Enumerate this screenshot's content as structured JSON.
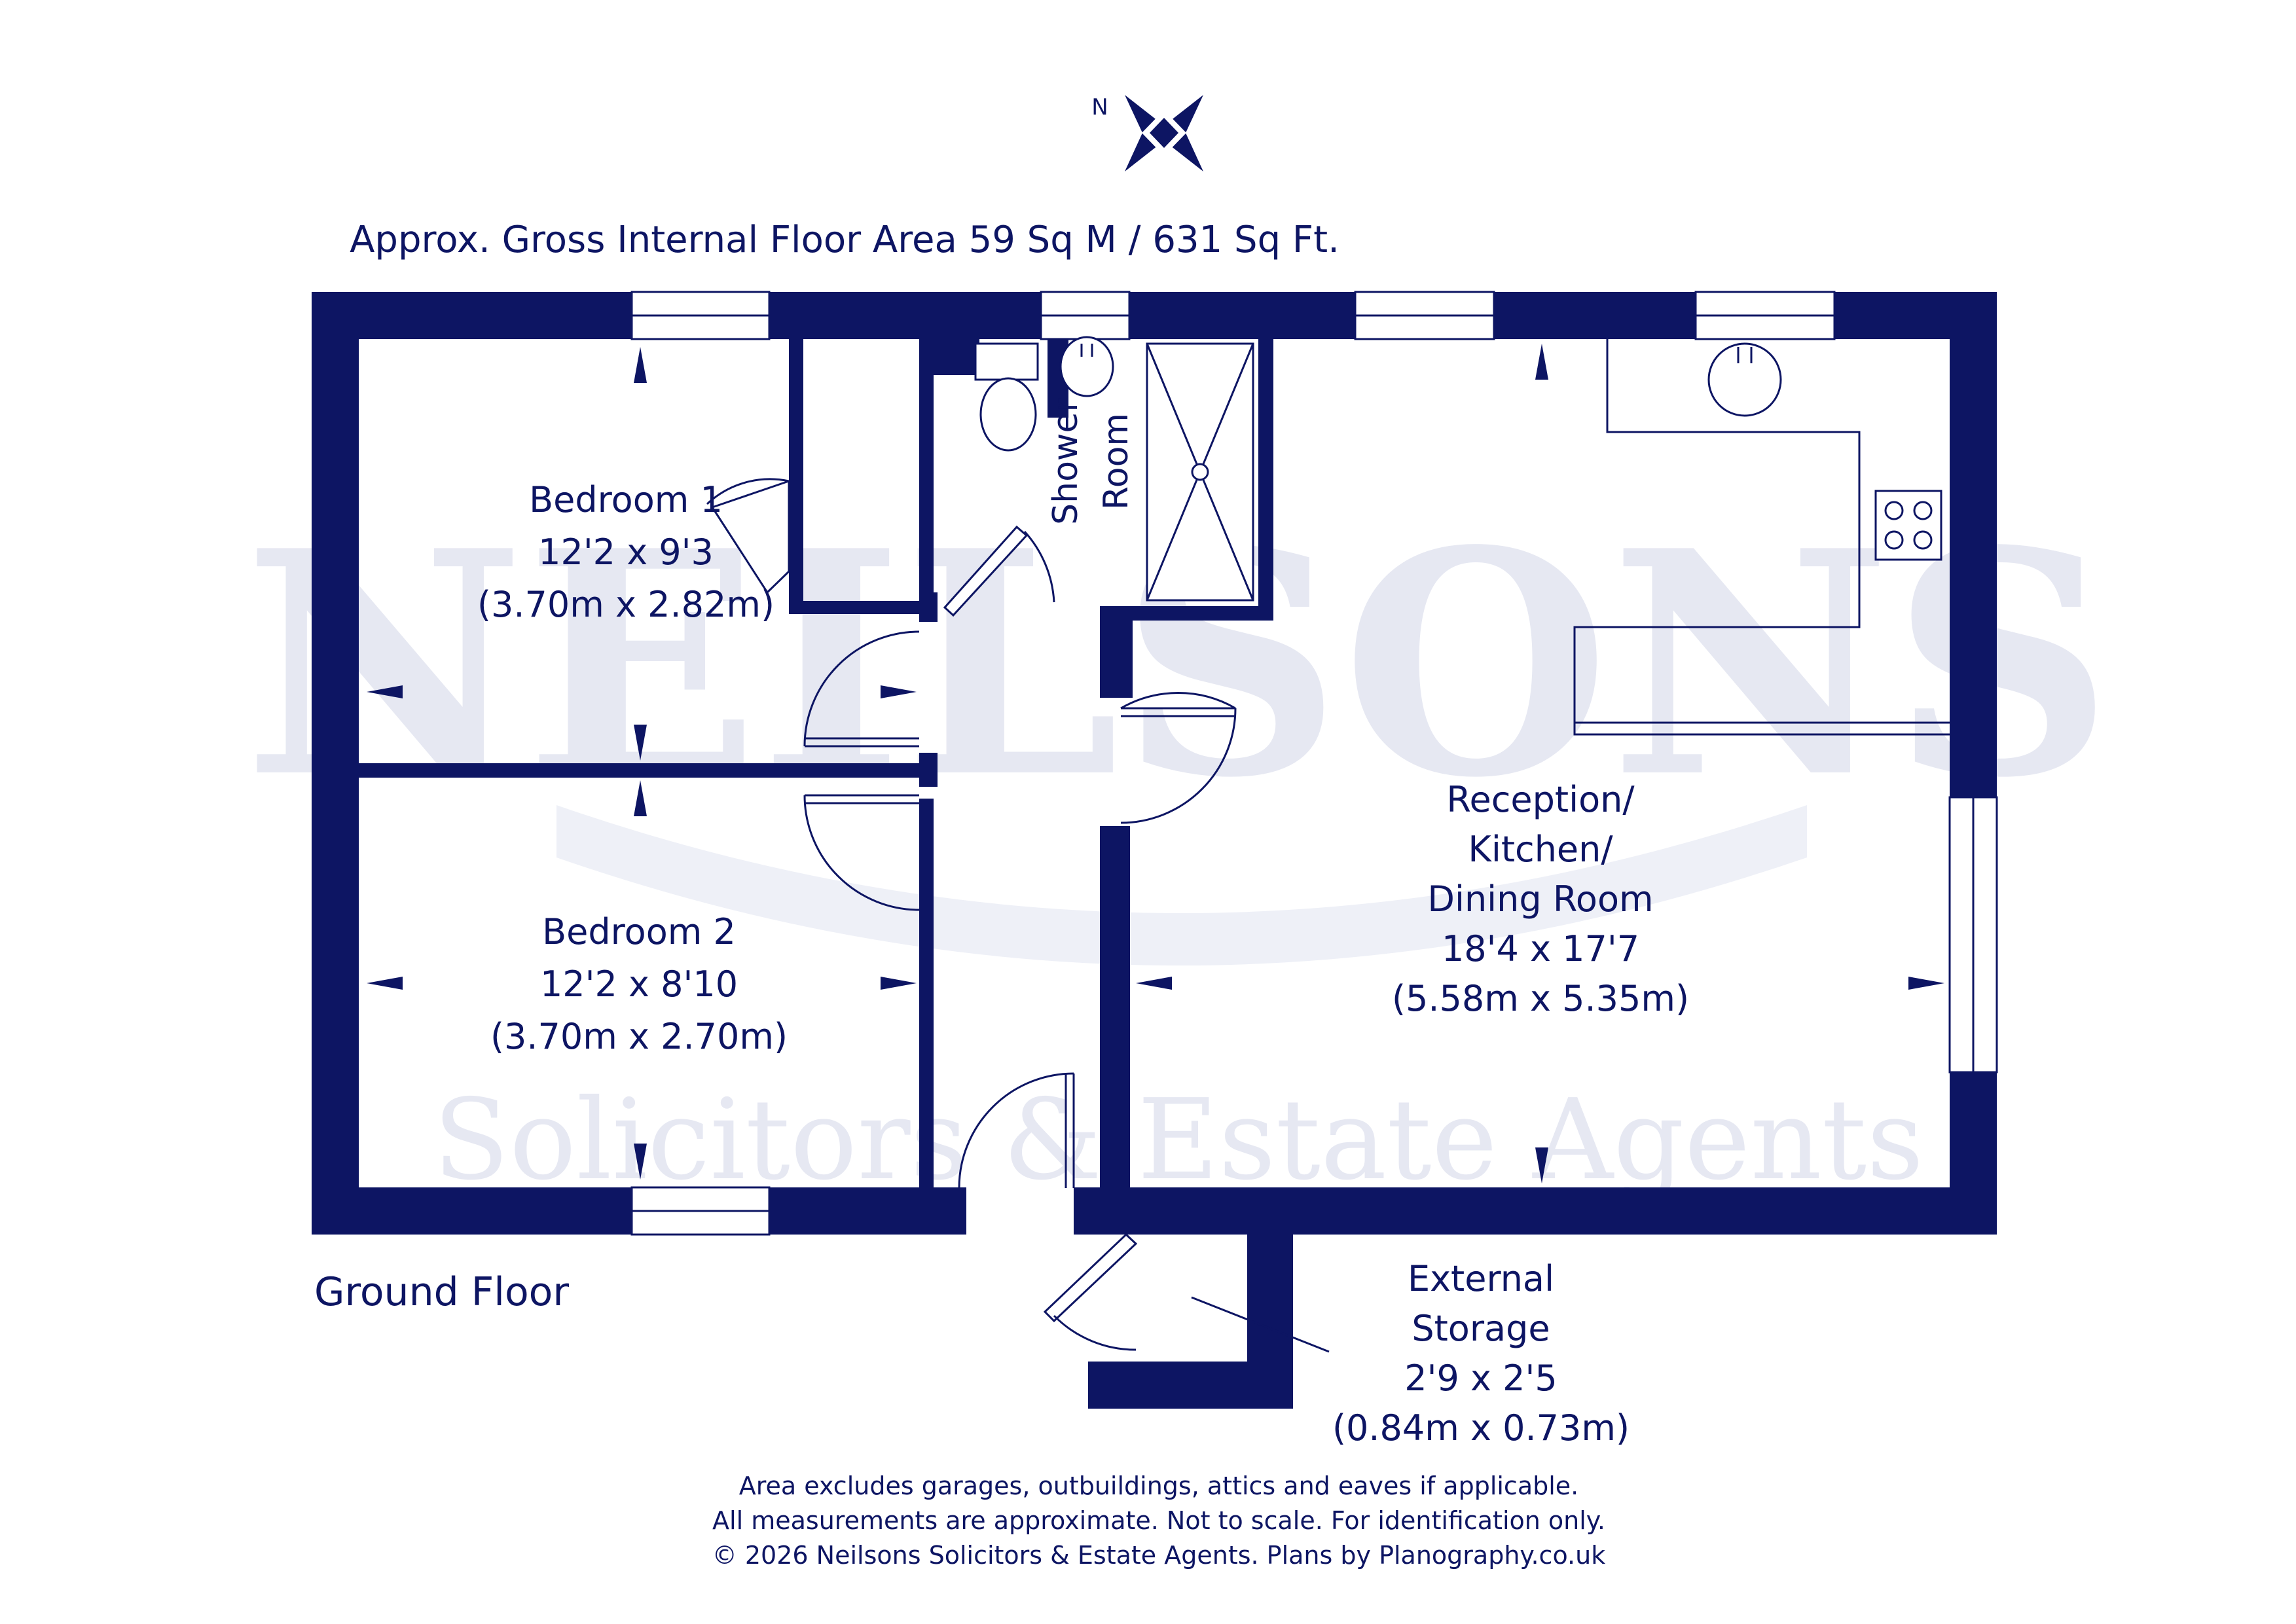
{
  "colors": {
    "ink": "#0d1563",
    "watermark": "#e6e8f2",
    "background": "#ffffff"
  },
  "header": {
    "area_text": "Approx. Gross Internal Floor Area 59 Sq M / 631 Sq Ft.",
    "compass_icon": "compass-rose-icon",
    "compass_letter": "N"
  },
  "watermark": {
    "brand": "NEILSONS",
    "tagline": "Solicitors & Estate Agents"
  },
  "floor_label": "Ground Floor",
  "rooms": {
    "bedroom1": {
      "name": "Bedroom 1",
      "imperial": "12'2 x 9'3",
      "metric": "(3.70m x 2.82m)"
    },
    "bedroom2": {
      "name": "Bedroom 2",
      "imperial": "12'2 x 8'10",
      "metric": "(3.70m x 2.70m)"
    },
    "shower": {
      "line1": "Shower",
      "line2": "Room"
    },
    "reception": {
      "line1": "Reception/",
      "line2": "Kitchen/",
      "line3": "Dining Room",
      "imperial": "18'4 x 17'7",
      "metric": "(5.58m x 5.35m)"
    },
    "storage": {
      "line1": "External",
      "line2": "Storage",
      "imperial": "2'9 x 2'5",
      "metric": "(0.84m x 0.73m)"
    }
  },
  "footer": {
    "line1": "Area excludes garages, outbuildings, attics and eaves if applicable.",
    "line2": "All measurements are approximate. Not to scale. For identification only.",
    "line3": "© 2026 Neilsons Solicitors & Estate Agents. Plans by Planography.co.uk"
  }
}
